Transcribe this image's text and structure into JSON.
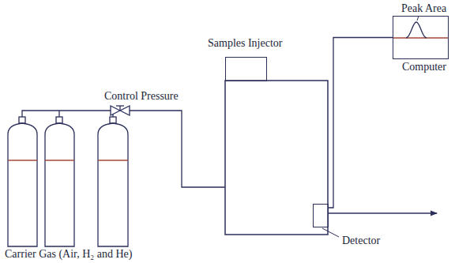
{
  "diagram": {
    "nodes": [
      {
        "text": [
          "Samples Injector"
        ]
      },
      {
        "text": [
          "Detector"
        ]
      },
      {
        "text": [
          "Computer"
        ]
      }
    ],
    "edges": [
      {
        "from": 1,
        "to": 2,
        "arrow": "none"
      }
    ],
    "labels": [
      "Control Pressure",
      "Peak Area",
      "Carrier Gas (Air, H₂ and He)"
    ]
  }
}
